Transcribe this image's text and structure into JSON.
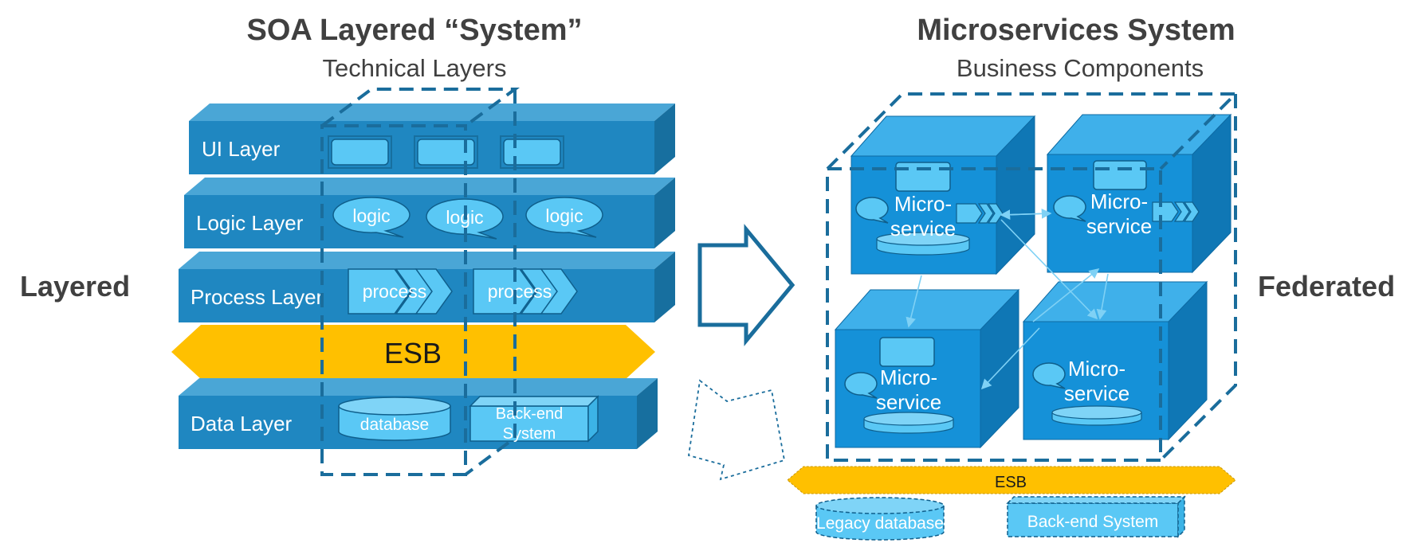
{
  "left": {
    "title": "SOA Layered “System”",
    "subtitle": "Technical Layers",
    "side_label": "Layered",
    "layers": {
      "ui": "UI Layer",
      "logic": "Logic Layer",
      "process": "Process Layer",
      "data": "Data Layer"
    },
    "logic_items": [
      "logic",
      "logic",
      "logic"
    ],
    "process_items": [
      "process",
      "process"
    ],
    "esb": "ESB",
    "database": "database",
    "backend_line1": "Back-end",
    "backend_line2": "System"
  },
  "right": {
    "title": "Microservices System",
    "subtitle": "Business Components",
    "side_label": "Federated",
    "service_line1": "Micro-",
    "service_line2": "service",
    "esb": "ESB",
    "legacy_database": "Legacy database",
    "backend_system": "Back-end System"
  },
  "colors": {
    "layer_front": "#1f87c1",
    "layer_top": "#4aa6d6",
    "layer_side": "#176f9f",
    "cube_front": "#1591d8",
    "cube_top": "#3fb0ea",
    "cube_side": "#0f77b5",
    "light": "#5ac8f5",
    "esb": "#ffc000",
    "dash": "#1a6d9c"
  }
}
